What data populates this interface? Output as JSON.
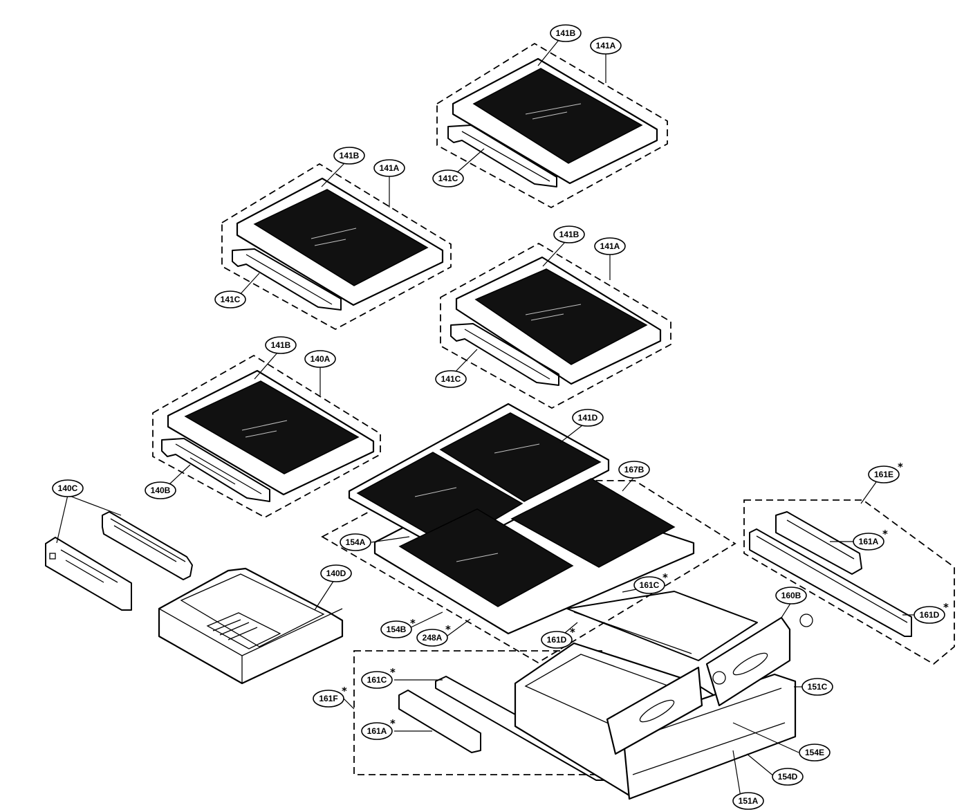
{
  "diagram": {
    "labels": {
      "shelf1_141B": "141B",
      "shelf1_141A": "141A",
      "shelf1_141C": "141C",
      "shelf2_141B": "141B",
      "shelf2_141A": "141A",
      "shelf2_141C": "141C",
      "shelf3_141B": "141B",
      "shelf3_141A": "141A",
      "shelf3_141C": "141C",
      "shelf4_141B": "141B",
      "shelf4_140A": "140A",
      "shelf4_140B": "140B",
      "rail_140C": "140C",
      "crisper_140D": "140D",
      "glass_141D": "141D",
      "bracket_167B": "167B",
      "cover_154A": "154A",
      "cover_154B": "154B",
      "cover_248A": "248A",
      "kit_161E": "161E",
      "kit_161A_right": "161A",
      "kit_161D_right": "161D",
      "kit_161C_center": "161C",
      "kit_161D_center": "161D",
      "kit_160B": "160B",
      "kit_151C": "151C",
      "kit_154E": "154E",
      "kit_154D": "154D",
      "kit_151A": "151A",
      "kit_161F": "161F",
      "kit_161C_left": "161C",
      "kit_161A_left": "161A"
    },
    "star_symbol": "*"
  }
}
